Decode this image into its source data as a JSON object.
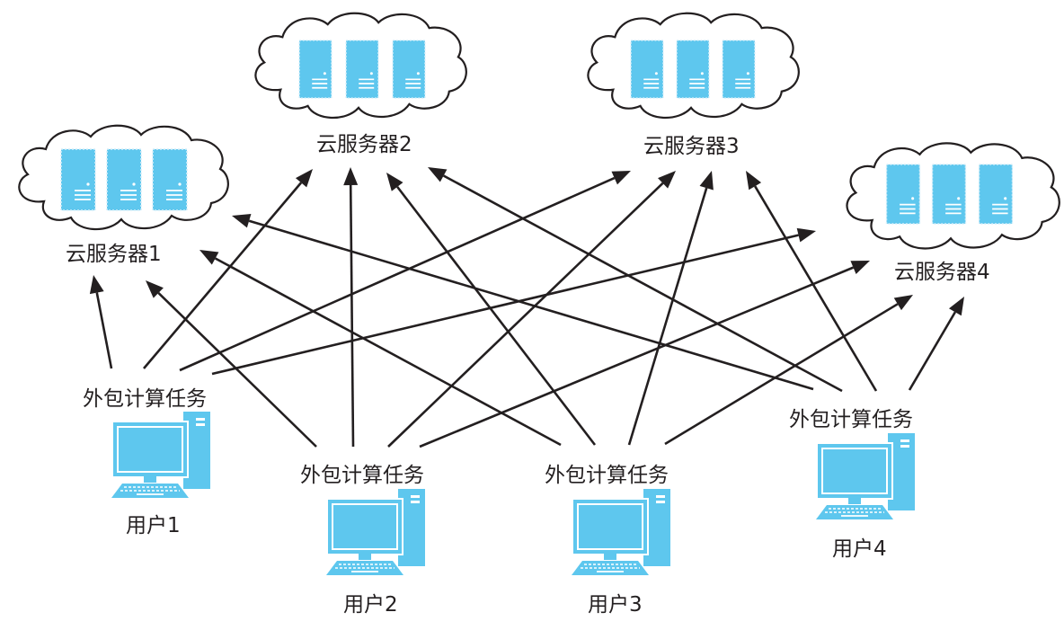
{
  "diagram": {
    "servers": [
      {
        "id": "server1",
        "label": "云服务器1"
      },
      {
        "id": "server2",
        "label": "云服务器2"
      },
      {
        "id": "server3",
        "label": "云服务器3"
      },
      {
        "id": "server4",
        "label": "云服务器4"
      }
    ],
    "users": [
      {
        "id": "user1",
        "label": "用户1",
        "task_label": "外包计算任务"
      },
      {
        "id": "user2",
        "label": "用户2",
        "task_label": "外包计算任务"
      },
      {
        "id": "user3",
        "label": "用户3",
        "task_label": "外包计算任务"
      },
      {
        "id": "user4",
        "label": "用户4",
        "task_label": "外包计算任务"
      }
    ],
    "connections": [
      {
        "from": "user1",
        "to": "server1"
      },
      {
        "from": "user1",
        "to": "server2"
      },
      {
        "from": "user1",
        "to": "server3"
      },
      {
        "from": "user1",
        "to": "server4"
      },
      {
        "from": "user2",
        "to": "server1"
      },
      {
        "from": "user2",
        "to": "server2"
      },
      {
        "from": "user2",
        "to": "server3"
      },
      {
        "from": "user2",
        "to": "server4"
      },
      {
        "from": "user3",
        "to": "server1"
      },
      {
        "from": "user3",
        "to": "server2"
      },
      {
        "from": "user3",
        "to": "server3"
      },
      {
        "from": "user3",
        "to": "server4"
      },
      {
        "from": "user4",
        "to": "server1"
      },
      {
        "from": "user4",
        "to": "server2"
      },
      {
        "from": "user4",
        "to": "server3"
      },
      {
        "from": "user4",
        "to": "server4"
      }
    ],
    "colors": {
      "device_fill": "#5ec7ee",
      "line": "#231f20"
    }
  }
}
